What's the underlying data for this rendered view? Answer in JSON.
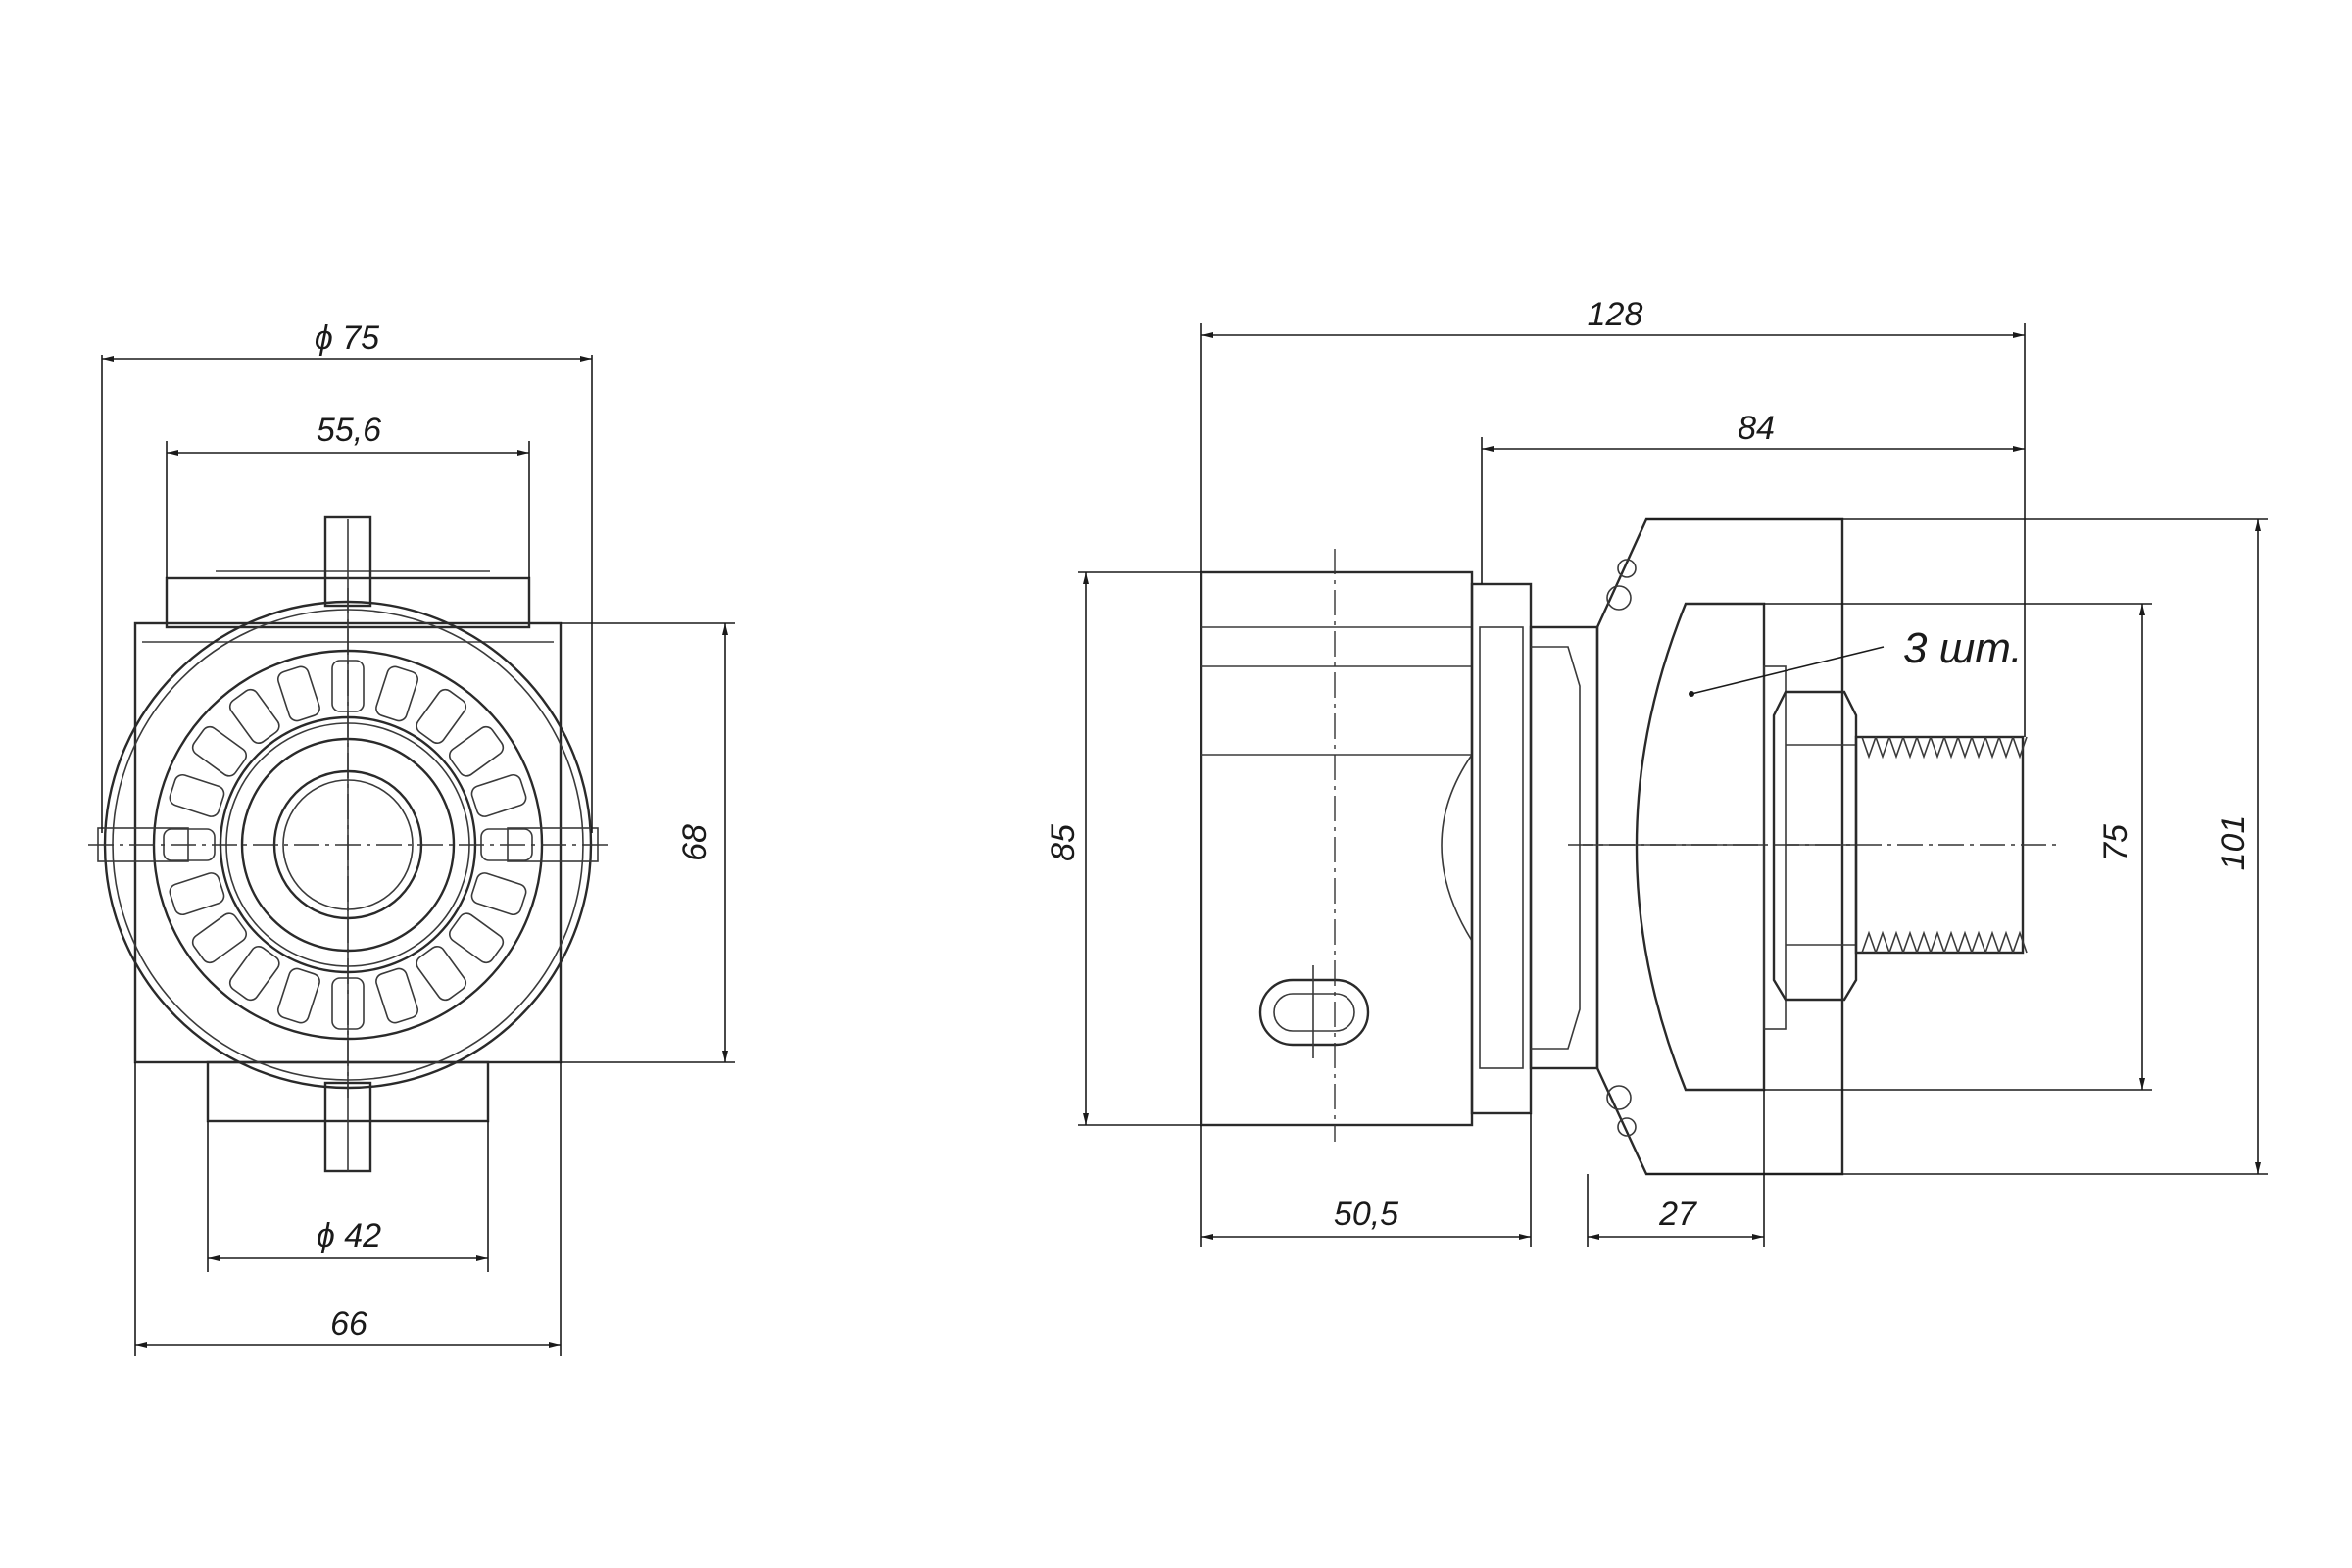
{
  "front_view": {
    "dimensions": {
      "outer_diameter": "ϕ 75",
      "inner_width": "55,6",
      "height": "68",
      "port_diameter": "ϕ 42",
      "base_width": "66"
    }
  },
  "side_view": {
    "dimensions": {
      "total_length": "128",
      "body_length": "84",
      "sleeve_height": "85",
      "flange_height": "75",
      "total_height": "101",
      "sleeve_length": "50,5",
      "flange_length": "27"
    },
    "note": "3 шт."
  }
}
